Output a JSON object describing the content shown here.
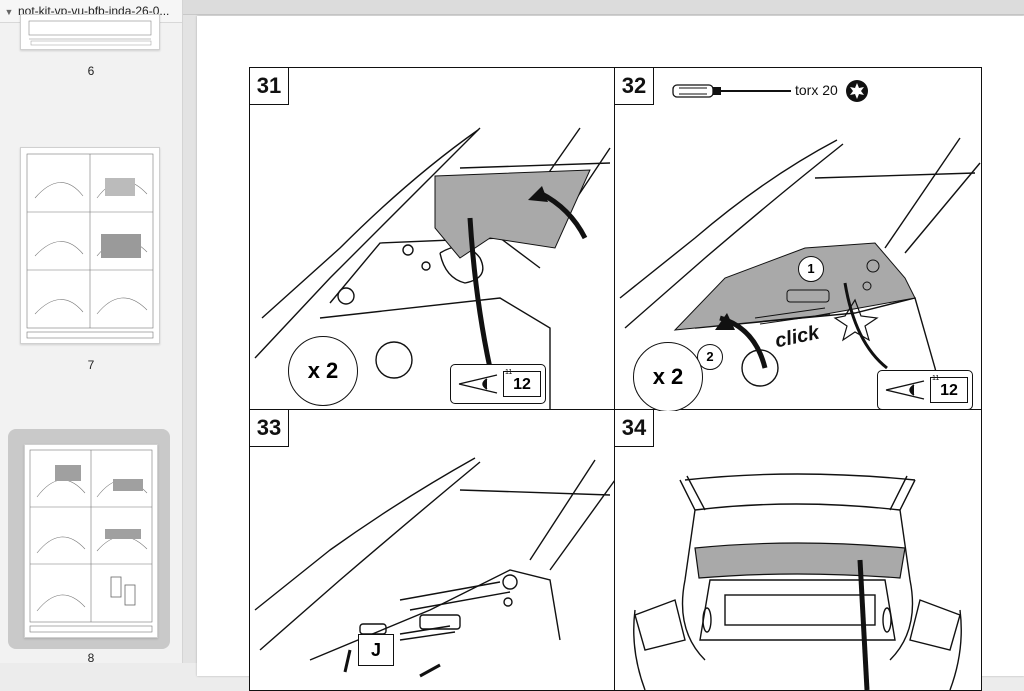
{
  "sidebar": {
    "title": "not-kit-vp-vu-bfb-inda-26-0...",
    "pages": [
      {
        "number": "6"
      },
      {
        "number": "7"
      },
      {
        "number": "8",
        "selected": true
      }
    ]
  },
  "document": {
    "steps": [
      {
        "number": "31",
        "quantity": "x 2",
        "ref_sub": "11",
        "ref_page": "12"
      },
      {
        "number": "32",
        "tool_label": "torx 20",
        "quantity": "x 2",
        "callout_1": "1",
        "callout_2": "2",
        "click_label": "click",
        "ref_sub": "11",
        "ref_page": "12"
      },
      {
        "number": "33",
        "part_label": "J"
      },
      {
        "number": "34"
      }
    ]
  },
  "colors": {
    "shade": "#a9a9a9",
    "line": "#111111"
  }
}
